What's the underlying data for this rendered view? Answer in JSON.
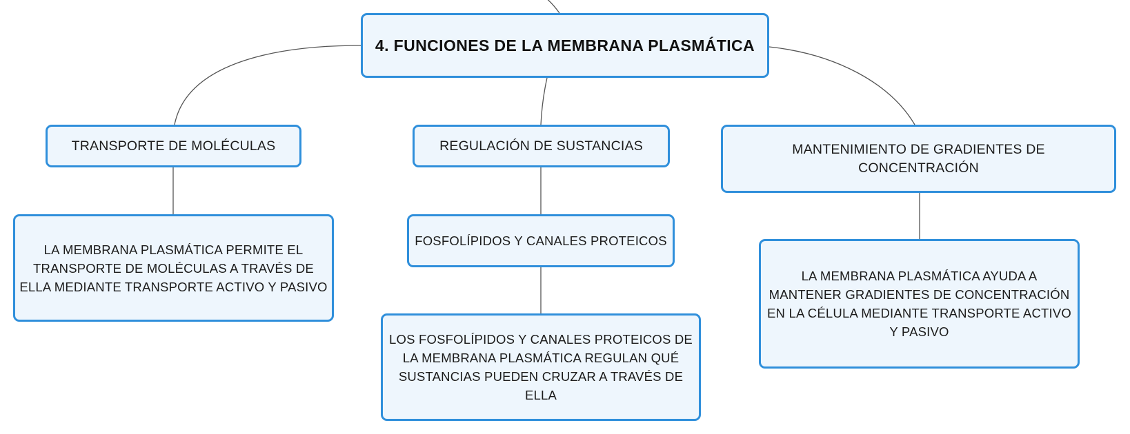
{
  "diagram": {
    "root": {
      "label": "4. FUNCIONES DE LA MEMBRANA PLASMÁTICA"
    },
    "branches": [
      {
        "label": "TRANSPORTE DE MOLÉCULAS",
        "children": [
          {
            "label": "LA MEMBRANA PLASMÁTICA PERMITE EL TRANSPORTE DE MOLÉCULAS A TRAVÉS DE ELLA MEDIANTE TRANSPORTE ACTIVO Y PASIVO"
          }
        ]
      },
      {
        "label": "REGULACIÓN DE SUSTANCIAS",
        "children": [
          {
            "label": "FOSFOLÍPIDOS Y CANALES PROTEICOS",
            "children": [
              {
                "label": "LOS FOSFOLÍPIDOS Y CANALES PROTEICOS DE LA MEMBRANA PLASMÁTICA REGULAN QUÉ SUSTANCIAS PUEDEN CRUZAR A TRAVÉS DE ELLA"
              }
            ]
          }
        ]
      },
      {
        "label": "MANTENIMIENTO DE GRADIENTES DE CONCENTRACIÓN",
        "children": [
          {
            "label": "LA MEMBRANA PLASMÁTICA AYUDA A MANTENER GRADIENTES DE CONCENTRACIÓN EN LA CÉLULA MEDIANTE TRANSPORTE ACTIVO Y PASIVO"
          }
        ]
      }
    ]
  },
  "colors": {
    "node_fill": "#eef6fd",
    "node_border": "#2f8fdb",
    "connector": "#555555",
    "text": "#1c1c1c"
  }
}
